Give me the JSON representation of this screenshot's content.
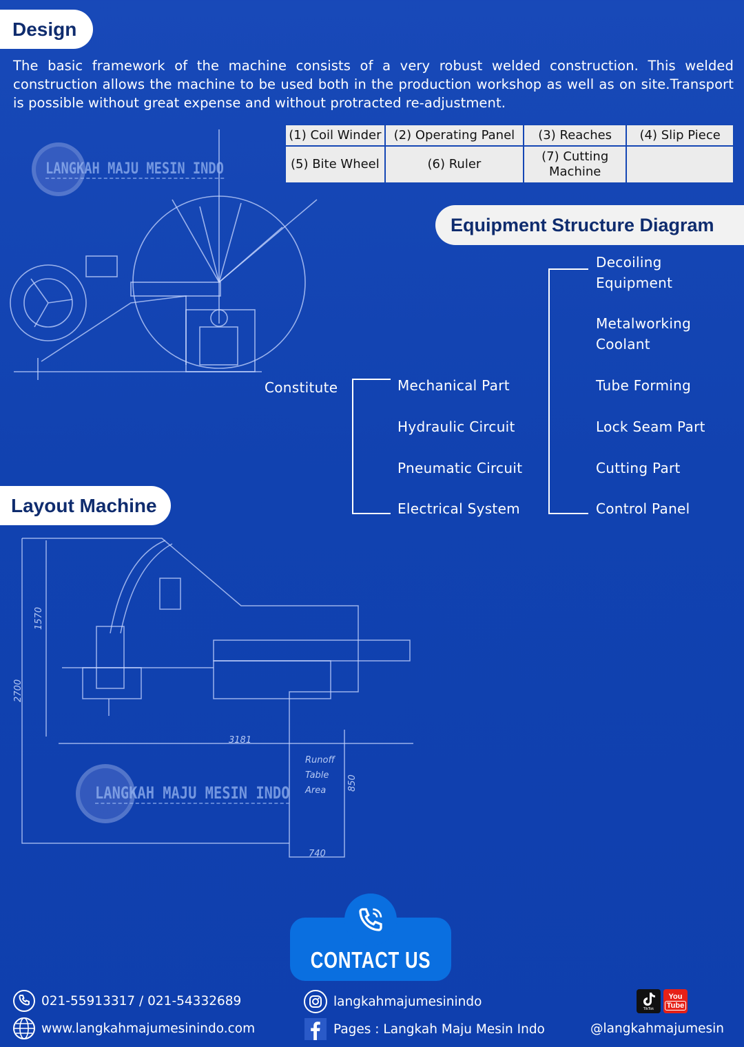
{
  "design": {
    "title": "Design",
    "text": "The basic framework of the machine consists of a very robust welded construction. This welded construction allows the machine to be used both in the production workshop as well as on site.Transport is possible without great expense and without protracted re-adjustment."
  },
  "parts_table": {
    "rows": [
      [
        "(1) Coil Winder",
        "(2) Operating Panel",
        "(3) Reaches",
        "(4) Slip Piece"
      ],
      [
        "(5) Bite Wheel",
        "(6) Ruler",
        "(7) Cutting Machine",
        ""
      ]
    ]
  },
  "watermark": "LANGKAH MAJU MESIN INDO",
  "equipment": {
    "title": "Equipment Structure Diagram",
    "root": "Constitute",
    "level1": [
      "Mechanical Part",
      "Hydraulic Circuit",
      "Pneumatic Circuit",
      "Electrical System"
    ],
    "level2": [
      "Decoiling Equipment",
      "Metalworking Coolant",
      "Tube Forming",
      "Lock Seam Part",
      "Cutting Part",
      "Control Panel"
    ]
  },
  "layout": {
    "title": "Layout Machine",
    "dimensions": [
      "1570",
      "2700",
      "3181",
      "850",
      "740"
    ],
    "runoff": [
      "Runoff",
      "Table",
      "Area"
    ]
  },
  "contact": {
    "label": "CONTACT US",
    "phone": "021-55913317 / 021-54332689",
    "website": "www.langkahmajumesinindo.com",
    "instagram": "langkahmajumesinindo",
    "facebook": "Pages : Langkah Maju Mesin Indo",
    "tiktok_youtube": "@langkahmajumesin",
    "tiktok_label": "TikTok",
    "youtube_label": [
      "You",
      "Tube"
    ]
  }
}
